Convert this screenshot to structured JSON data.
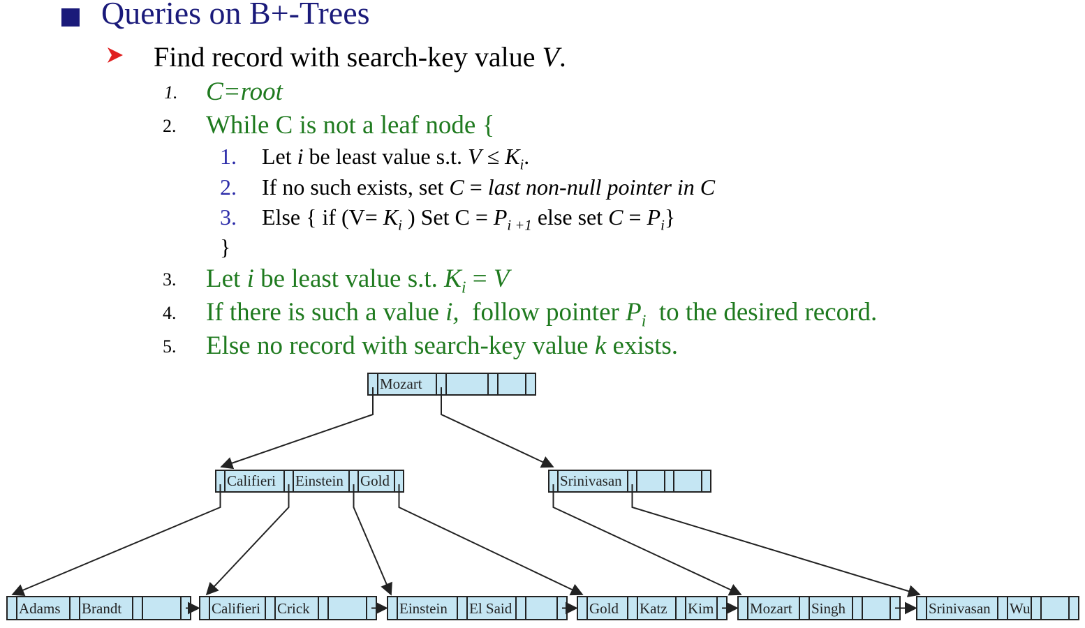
{
  "title": "Queries on B+-Trees",
  "subtitle": "Find record with search-key value V.",
  "steps": {
    "s1": {
      "num": "1.",
      "text": "C=root"
    },
    "s2": {
      "num": "2.",
      "text": "While C is not a leaf node {"
    },
    "s2_1": {
      "num": "1.",
      "text": "Let i be least value s.t. V ≤ Ki."
    },
    "s2_2": {
      "num": "2.",
      "text": "If no such exists, set C = last non-null pointer in C"
    },
    "s2_3": {
      "num": "3.",
      "text": "Else { if (V= Ki ) Set C = Pi +1 else set C = Pi}"
    },
    "s2_close": "}",
    "s3": {
      "num": "3.",
      "text": "Let i be least value s.t. Ki = V"
    },
    "s4": {
      "num": "4.",
      "text": "If there is such a value i, follow pointer Pi to the desired record."
    },
    "s5": {
      "num": "5.",
      "text": "Else no record with search-key value k exists."
    }
  },
  "tree": {
    "root": [
      "Mozart"
    ],
    "internal_left": [
      "Califieri",
      "Einstein",
      "Gold"
    ],
    "internal_right": [
      "Srinivasan"
    ],
    "leaves": [
      [
        "Adams",
        "Brandt"
      ],
      [
        "Califieri",
        "Crick"
      ],
      [
        "Einstein",
        "El Said"
      ],
      [
        "Gold",
        "Katz",
        "Kim"
      ],
      [
        "Mozart",
        "Singh"
      ],
      [
        "Srinivasan",
        "Wu"
      ]
    ]
  },
  "colors": {
    "title": "#1a1a7a",
    "green": "#1f7a1f",
    "blue_num": "#2a2aa8",
    "arrow_red": "#e02020",
    "node_fill": "#c5e6f3"
  }
}
